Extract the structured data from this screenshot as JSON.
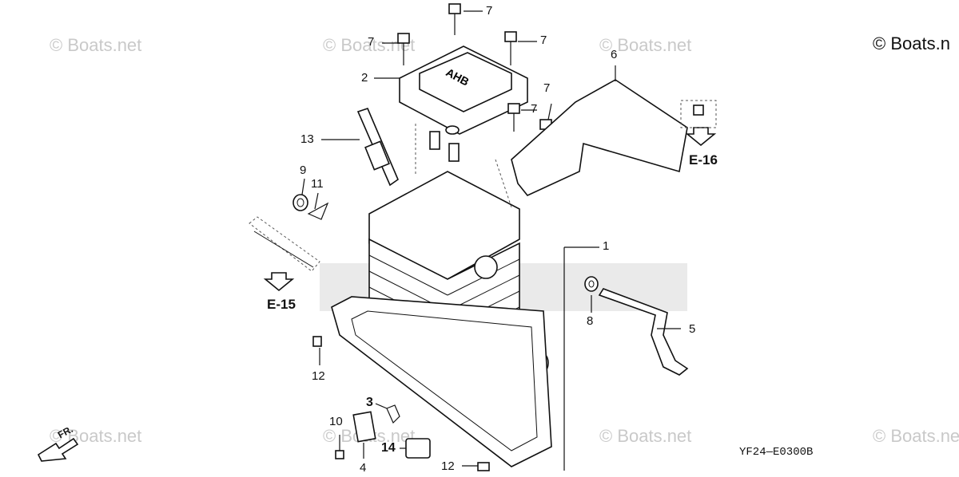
{
  "watermark": "© Boats.net",
  "copyright": "© Boats.n",
  "diagram_code": "YF24—E0300B",
  "fr_label": "FR.",
  "callouts": {
    "c1": "1",
    "c2": "2",
    "c3": "3",
    "c4": "4",
    "c5": "5",
    "c6": "6",
    "c7a": "7",
    "c7b": "7",
    "c7c": "7",
    "c7d": "7",
    "c7e": "7",
    "c8": "8",
    "c9": "9",
    "c10": "10",
    "c11": "11",
    "c12a": "12",
    "c12b": "12",
    "c13": "13",
    "c14": "14"
  },
  "references": {
    "e15": "E-15",
    "e16": "E-16"
  },
  "icons": {
    "arrow": "down-arrow-icon",
    "front": "front-direction-arrow-icon"
  }
}
